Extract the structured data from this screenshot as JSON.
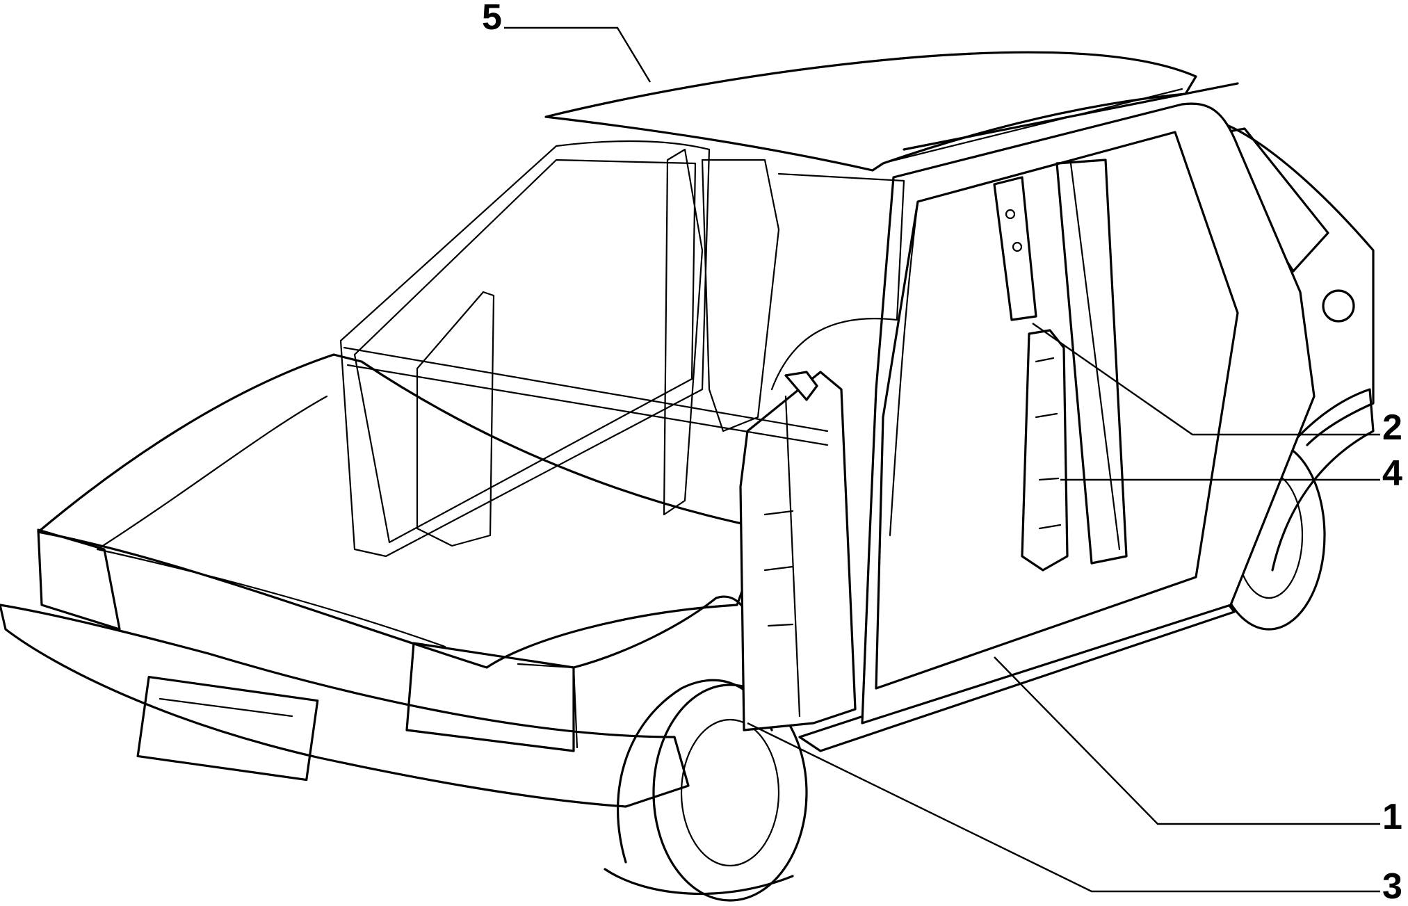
{
  "callouts": [
    {
      "label": "5"
    },
    {
      "label": "2"
    },
    {
      "label": "4"
    },
    {
      "label": "1"
    },
    {
      "label": "3"
    }
  ]
}
